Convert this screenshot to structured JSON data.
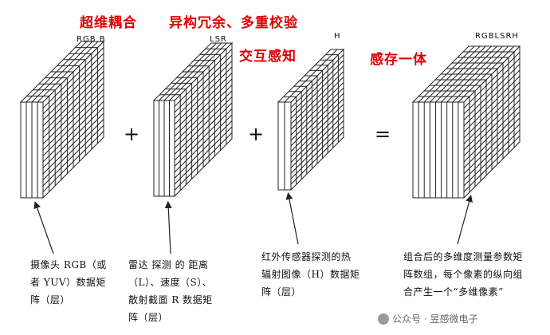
{
  "headings": {
    "fusion": "超维耦合",
    "redundancy": "异构冗余、多重校验",
    "interaction": "交互感知",
    "integration": "感存一体"
  },
  "cube_labels": {
    "camera": "RGB B",
    "radar": "LSR",
    "thermal": "H",
    "combined": "RGBLSRH"
  },
  "operators": {
    "plus1": "+",
    "plus2": "+",
    "equals": "="
  },
  "captions": {
    "camera": [
      "摄像头 RGB（或",
      "者 YUV）数据矩",
      "阵（层）"
    ],
    "radar": [
      "雷达 探测 的 距离",
      "（L）、速度（S）、",
      "散射截面 R 数据矩",
      "阵（层）"
    ],
    "thermal": [
      "红外传感器探测的热",
      "辐射图像（H）数据矩",
      "阵（层）"
    ],
    "combined": [
      "组合后的多维度测量参数矩",
      "阵数组，每个像素的纵向组",
      "合产生一个“多维像素”"
    ]
  },
  "watermark": "公众号 · 昱感微电子",
  "colors": {
    "heading": "#e00000",
    "line": "#222222"
  }
}
